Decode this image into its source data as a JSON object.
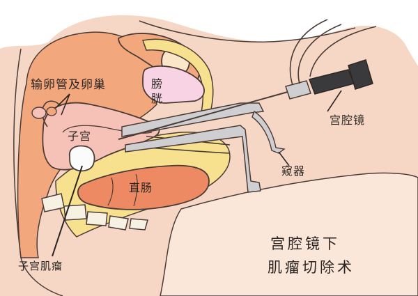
{
  "labels": {
    "ovary_tube": "输卵管及卵巢",
    "bladder": "膀胱",
    "uterus": "子宫",
    "rectum": "直肠",
    "hysteroscope": "宫腔镜",
    "speculum": "窥器",
    "fibroid": "子宫肌瘤"
  },
  "title": {
    "line1": "宫腔镜下",
    "line2": "肌瘤切除术"
  },
  "colors": {
    "skin": "#f6d6c4",
    "skin_light": "#fbe6da",
    "abdomen": "#f3a77c",
    "fat_yellow": "#f7e08e",
    "uterus_pink": "#f6c1b6",
    "rectum_red": "#ee8a63",
    "bladder_pink": "#f7d3e4",
    "instrument_gray": "#cfcfd2",
    "scope_black": "#3a3a3c",
    "outline": "#4a3b36"
  }
}
